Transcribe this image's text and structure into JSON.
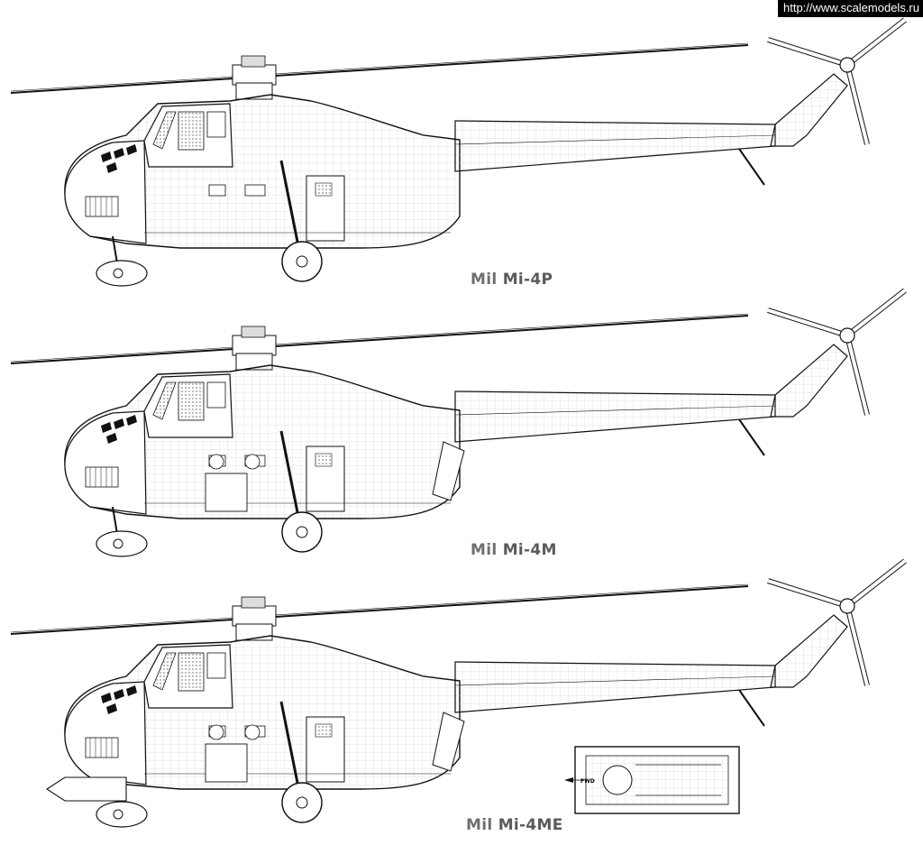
{
  "watermark": {
    "url": "http://www.scalemodels.ru"
  },
  "captions": [
    {
      "maker": "Mil",
      "model": "Mi-4P"
    },
    {
      "maker": "Mil",
      "model": "Mi-4M"
    },
    {
      "maker": "Mil",
      "model": "Mi-4ME"
    }
  ],
  "inset": {
    "fwd_label": "FWD"
  }
}
